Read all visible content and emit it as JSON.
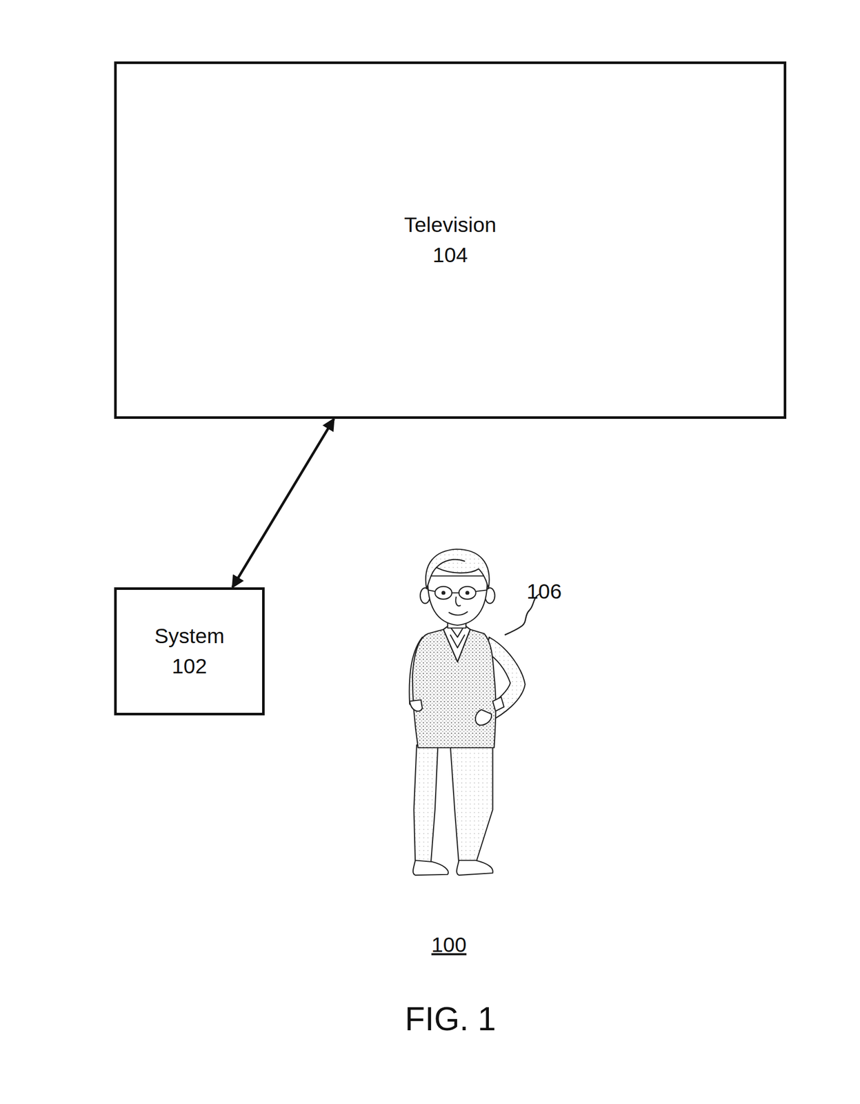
{
  "diagram": {
    "caption": "FIG. 1",
    "nodes": [
      {
        "text": [
          "Television 104"
        ]
      },
      {
        "text": [
          "System 102"
        ]
      }
    ],
    "edges": [
      {
        "from": 1,
        "to": 0,
        "arrow": "both"
      }
    ],
    "labels": [
      "106",
      "100"
    ]
  }
}
